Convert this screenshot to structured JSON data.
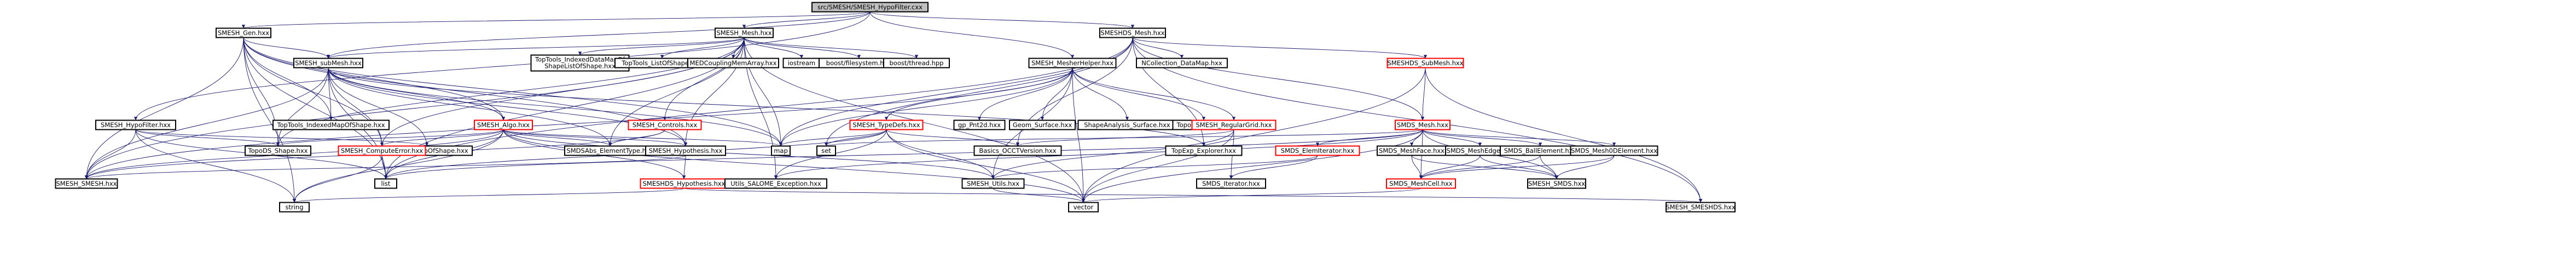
{
  "colors": {
    "background": "#ffffff",
    "edge": "#191970",
    "node_border": "#000000",
    "node_fill": "#ffffff",
    "root_fill": "#bfbfbf",
    "linked_border": "#ff0000",
    "linked_text": "#d00000"
  },
  "nodes": [
    {
      "id": "root",
      "label": "src/SMESH/SMESH_HypoFilter.cxx",
      "style": "root"
    },
    {
      "id": "gen",
      "label": "SMESH_Gen.hxx",
      "style": "normal"
    },
    {
      "id": "mesh",
      "label": "SMESH_Mesh.hxx",
      "style": "normal"
    },
    {
      "id": "smeshds_mesh",
      "label": "SMESHDS_Mesh.hxx",
      "style": "normal"
    },
    {
      "id": "submesh",
      "label": "SMESH_subMesh.hxx",
      "style": "normal"
    },
    {
      "id": "indexed_list",
      "label": "TopTools_IndexedDataMapOf ShapeListOfShape.hxx",
      "style": "normal"
    },
    {
      "id": "listofshape",
      "label": "TopTools_ListOfShape.hxx",
      "style": "normal"
    },
    {
      "id": "medcoupling",
      "label": "MEDCouplingMemArray.hxx",
      "style": "normal"
    },
    {
      "id": "iostream",
      "label": "iostream",
      "style": "normal"
    },
    {
      "id": "boost_fs",
      "label": "boost/filesystem.hpp",
      "style": "normal"
    },
    {
      "id": "boost_thread",
      "label": "boost/thread.hpp",
      "style": "normal"
    },
    {
      "id": "mesher_helper",
      "label": "SMESH_MesherHelper.hxx",
      "style": "normal"
    },
    {
      "id": "ncollection",
      "label": "NCollection_DataMap.hxx",
      "style": "normal"
    },
    {
      "id": "smeshds_submesh",
      "label": "SMESHDS_SubMesh.hxx",
      "style": "linked"
    },
    {
      "id": "hypofilter",
      "label": "SMESH_HypoFilter.hxx",
      "style": "normal"
    },
    {
      "id": "indexed_mapofshape",
      "label": "TopTools_IndexedMapOfShape.hxx",
      "style": "normal"
    },
    {
      "id": "algo",
      "label": "SMESH_Algo.hxx",
      "style": "linked"
    },
    {
      "id": "controls",
      "label": "SMESH_Controls.hxx",
      "style": "linked"
    },
    {
      "id": "typedefs",
      "label": "SMESH_TypeDefs.hxx",
      "style": "linked"
    },
    {
      "id": "gp_pnt2d",
      "label": "gp_Pnt2d.hxx",
      "style": "normal"
    },
    {
      "id": "geom_surface",
      "label": "Geom_Surface.hxx",
      "style": "normal"
    },
    {
      "id": "shapeanalysis",
      "label": "ShapeAnalysis_Surface.hxx",
      "style": "normal"
    },
    {
      "id": "topods_face",
      "label": "TopoDS_Face.hxx",
      "style": "normal"
    },
    {
      "id": "regulargrid",
      "label": "SMESH_RegularGrid.hxx",
      "style": "linked"
    },
    {
      "id": "smds_mesh",
      "label": "SMDS_Mesh.hxx",
      "style": "linked"
    },
    {
      "id": "topods_shape",
      "label": "TopoDS_Shape.hxx",
      "style": "normal"
    },
    {
      "id": "topools_mapofshape",
      "label": "TopTools_MapOfShape.hxx",
      "style": "normal"
    },
    {
      "id": "compute_error",
      "label": "SMESH_ComputeError.hxx",
      "style": "linked"
    },
    {
      "id": "smdsabs",
      "label": "SMDSAbs_ElementType.hxx",
      "style": "normal"
    },
    {
      "id": "hypothesis",
      "label": "SMESH_Hypothesis.hxx",
      "style": "normal"
    },
    {
      "id": "map",
      "label": "map",
      "style": "normal"
    },
    {
      "id": "set",
      "label": "set",
      "style": "normal"
    },
    {
      "id": "basics_occ",
      "label": "Basics_OCCTVersion.hxx",
      "style": "normal"
    },
    {
      "id": "topexp_explorer",
      "label": "TopExp_Explorer.hxx",
      "style": "normal"
    },
    {
      "id": "elem_iterator",
      "label": "SMDS_ElemIterator.hxx",
      "style": "linked"
    },
    {
      "id": "meshface",
      "label": "SMDS_MeshFace.hxx",
      "style": "normal"
    },
    {
      "id": "meshedge",
      "label": "SMDS_MeshEdge.hxx",
      "style": "normal"
    },
    {
      "id": "ballelement",
      "label": "SMDS_BallElement.hxx",
      "style": "normal"
    },
    {
      "id": "mesh0d",
      "label": "SMDS_Mesh0DElement.hxx",
      "style": "normal"
    },
    {
      "id": "smesh_smesh",
      "label": "SMESH_SMESH.hxx",
      "style": "normal"
    },
    {
      "id": "list",
      "label": "list",
      "style": "normal"
    },
    {
      "id": "smeshds_hypothesis",
      "label": "SMESHDS_Hypothesis.hxx",
      "style": "linked"
    },
    {
      "id": "utils_salome",
      "label": "Utils_SALOME_Exception.hxx",
      "style": "normal"
    },
    {
      "id": "smesh_utils",
      "label": "SMESH_Utils.hxx",
      "style": "normal"
    },
    {
      "id": "smds_iterator",
      "label": "SMDS_Iterator.hxx",
      "style": "normal"
    },
    {
      "id": "meshcell",
      "label": "SMDS_MeshCell.hxx",
      "style": "linked"
    },
    {
      "id": "smesh_smds",
      "label": "SMESH_SMDS.hxx",
      "style": "normal"
    },
    {
      "id": "string",
      "label": "string",
      "style": "normal"
    },
    {
      "id": "vector",
      "label": "vector",
      "style": "normal"
    },
    {
      "id": "smeshds_hxx",
      "label": "SMESH_SMESHDS.hxx",
      "style": "normal"
    }
  ],
  "edges": [
    [
      "root",
      "gen"
    ],
    [
      "root",
      "mesh"
    ],
    [
      "root",
      "smeshds_mesh"
    ],
    [
      "root",
      "hypofilter"
    ],
    [
      "root",
      "mesher_helper"
    ],
    [
      "root",
      "submesh"
    ],
    [
      "gen",
      "submesh"
    ],
    [
      "gen",
      "algo"
    ],
    [
      "gen",
      "compute_error"
    ],
    [
      "gen",
      "smesh_smesh"
    ],
    [
      "gen",
      "topods_shape"
    ],
    [
      "gen",
      "map"
    ],
    [
      "gen",
      "list"
    ],
    [
      "gen",
      "string"
    ],
    [
      "gen",
      "indexed_mapofshape"
    ],
    [
      "gen",
      "hypothesis"
    ],
    [
      "mesh",
      "submesh"
    ],
    [
      "mesh",
      "indexed_list"
    ],
    [
      "mesh",
      "listofshape"
    ],
    [
      "mesh",
      "medcoupling"
    ],
    [
      "mesh",
      "iostream"
    ],
    [
      "mesh",
      "boost_fs"
    ],
    [
      "mesh",
      "boost_thread"
    ],
    [
      "mesh",
      "smdsabs"
    ],
    [
      "mesh",
      "hypothesis"
    ],
    [
      "mesh",
      "compute_error"
    ],
    [
      "mesh",
      "topods_shape"
    ],
    [
      "mesh",
      "map"
    ],
    [
      "mesh",
      "list"
    ],
    [
      "mesh",
      "vector"
    ],
    [
      "mesh",
      "utils_salome"
    ],
    [
      "mesh",
      "smesh_smesh"
    ],
    [
      "mesh",
      "controls"
    ],
    [
      "smeshds_mesh",
      "ncollection"
    ],
    [
      "smeshds_mesh",
      "smeshds_submesh"
    ],
    [
      "smeshds_mesh",
      "smds_mesh"
    ],
    [
      "smeshds_mesh",
      "map"
    ],
    [
      "smeshds_mesh",
      "set"
    ],
    [
      "smeshds_mesh",
      "list"
    ],
    [
      "smeshds_mesh",
      "smeshds_hxx"
    ],
    [
      "smeshds_mesh",
      "topexp_explorer"
    ],
    [
      "smeshds_mesh",
      "basics_occ"
    ],
    [
      "submesh",
      "algo"
    ],
    [
      "submesh",
      "compute_error"
    ],
    [
      "submesh",
      "topods_shape"
    ],
    [
      "submesh",
      "topools_mapofshape"
    ],
    [
      "submesh",
      "indexed_mapofshape"
    ],
    [
      "submesh",
      "smesh_smesh"
    ],
    [
      "submesh",
      "map"
    ],
    [
      "submesh",
      "list"
    ],
    [
      "submesh",
      "smdsabs"
    ],
    [
      "submesh",
      "hypothesis"
    ],
    [
      "submesh",
      "topexp_explorer"
    ],
    [
      "mesher_helper",
      "typedefs"
    ],
    [
      "mesher_helper",
      "gp_pnt2d"
    ],
    [
      "mesher_helper",
      "geom_surface"
    ],
    [
      "mesher_helper",
      "shapeanalysis"
    ],
    [
      "mesher_helper",
      "topods_face"
    ],
    [
      "mesher_helper",
      "regulargrid"
    ],
    [
      "mesher_helper",
      "smesh_smesh"
    ],
    [
      "mesher_helper",
      "map"
    ],
    [
      "mesher_helper",
      "vector"
    ],
    [
      "mesher_helper",
      "smesh_utils"
    ],
    [
      "hypofilter",
      "smesh_smesh"
    ],
    [
      "hypofilter",
      "topods_shape"
    ],
    [
      "hypofilter",
      "list"
    ],
    [
      "hypofilter",
      "string"
    ],
    [
      "hypofilter",
      "topools_mapofshape"
    ],
    [
      "algo",
      "compute_error"
    ],
    [
      "algo",
      "smdsabs"
    ],
    [
      "algo",
      "hypothesis"
    ],
    [
      "algo",
      "smesh_smesh"
    ],
    [
      "algo",
      "topods_shape"
    ],
    [
      "algo",
      "map"
    ],
    [
      "algo",
      "list"
    ],
    [
      "algo",
      "vector"
    ],
    [
      "algo",
      "string"
    ],
    [
      "algo",
      "smesh_utils"
    ],
    [
      "algo",
      "smeshds_hypothesis"
    ],
    [
      "controls",
      "smdsabs"
    ],
    [
      "controls",
      "smesh_smesh"
    ],
    [
      "typedefs",
      "utils_salome"
    ],
    [
      "typedefs",
      "smesh_utils"
    ],
    [
      "typedefs",
      "map"
    ],
    [
      "typedefs",
      "set"
    ],
    [
      "typedefs",
      "list"
    ],
    [
      "typedefs",
      "basics_occ"
    ],
    [
      "typedefs",
      "vector"
    ],
    [
      "regulargrid",
      "basics_occ"
    ],
    [
      "regulargrid",
      "smesh_utils"
    ],
    [
      "regulargrid",
      "vector"
    ],
    [
      "regulargrid",
      "smds_iterator"
    ],
    [
      "smds_mesh",
      "elem_iterator"
    ],
    [
      "smds_mesh",
      "meshface"
    ],
    [
      "smds_mesh",
      "meshedge"
    ],
    [
      "smds_mesh",
      "ballelement"
    ],
    [
      "smds_mesh",
      "mesh0d"
    ],
    [
      "smds_mesh",
      "meshcell"
    ],
    [
      "smds_mesh",
      "smesh_smds"
    ],
    [
      "smds_mesh",
      "set"
    ],
    [
      "smds_mesh",
      "list"
    ],
    [
      "smds_mesh",
      "vector"
    ],
    [
      "smds_mesh",
      "utils_salome"
    ],
    [
      "smeshds_submesh",
      "smds_mesh"
    ],
    [
      "smeshds_submesh",
      "smeshds_hxx"
    ],
    [
      "smeshds_submesh",
      "vector"
    ],
    [
      "compute_error",
      "list"
    ],
    [
      "compute_error",
      "string"
    ],
    [
      "hypothesis",
      "smeshds_hypothesis"
    ],
    [
      "hypothesis",
      "smesh_smesh"
    ],
    [
      "smeshds_hypothesis",
      "string"
    ],
    [
      "smeshds_hypothesis",
      "smeshds_hxx"
    ],
    [
      "meshface",
      "meshcell"
    ],
    [
      "meshface",
      "smesh_smds"
    ],
    [
      "meshedge",
      "meshcell"
    ],
    [
      "meshedge",
      "smesh_smds"
    ],
    [
      "ballelement",
      "meshcell"
    ],
    [
      "ballelement",
      "smesh_smds"
    ],
    [
      "mesh0d",
      "meshcell"
    ],
    [
      "mesh0d",
      "smesh_smds"
    ],
    [
      "elem_iterator",
      "smds_iterator"
    ],
    [
      "elem_iterator",
      "smesh_utils"
    ],
    [
      "meshcell",
      "vector"
    ],
    [
      "smesh_utils",
      "vector"
    ]
  ]
}
